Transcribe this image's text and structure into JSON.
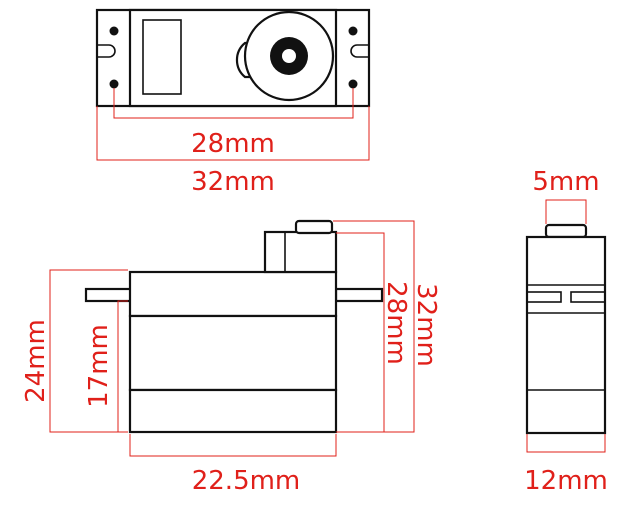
{
  "colors": {
    "dimension": "#e0201a",
    "outline": "#111111",
    "background": "#ffffff"
  },
  "dimensions": {
    "top_hole_spacing": "28mm",
    "top_total_length": "32mm",
    "side_body_height": "17mm",
    "side_total_height": "24mm",
    "side_body_width": "22.5mm",
    "side_height_to_gear": "28mm",
    "side_total_height_with_shaft": "32mm",
    "end_shaft_width": "5mm",
    "end_body_width": "12mm"
  }
}
